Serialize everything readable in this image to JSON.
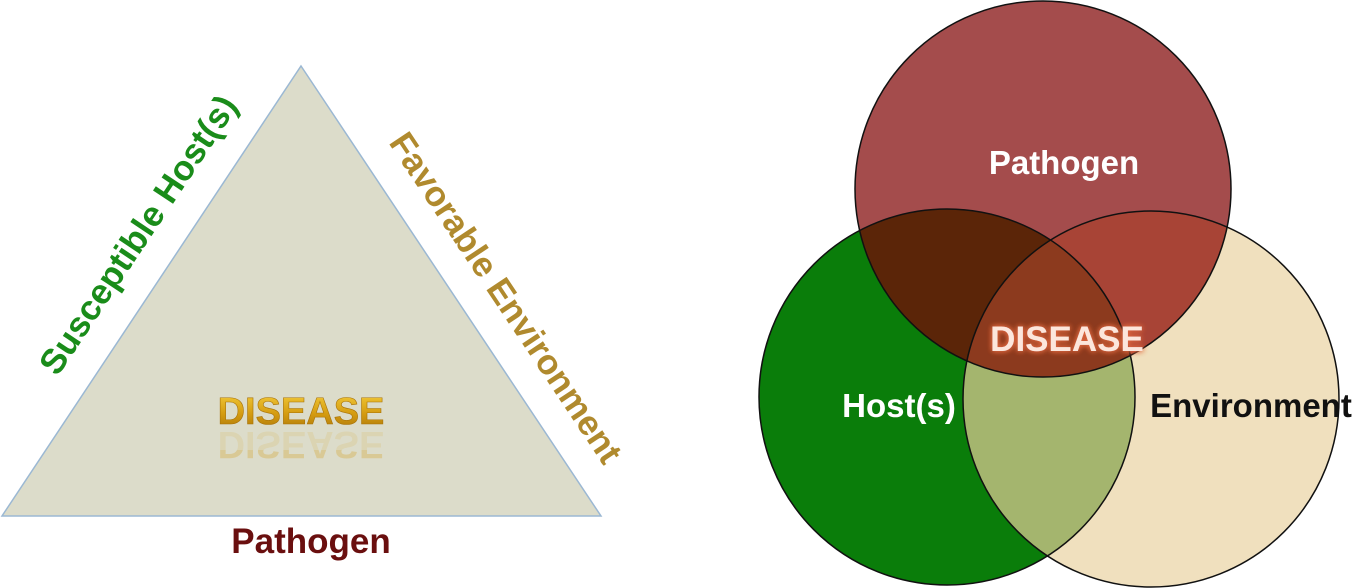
{
  "triangle_diagram": {
    "side_left_label": "Susceptible Host(s)",
    "side_right_label": "Favorable Environment",
    "base_label": "Pathogen",
    "center_label": "DISEASE",
    "colors": {
      "fill": "#dcdcca",
      "stroke": "#9bb8d3",
      "left_label": "#1a8c1a",
      "right_label": "#b08a2e",
      "base_label": "#6a0f0f",
      "center_label": "#d4a017"
    }
  },
  "venn_diagram": {
    "circles": [
      {
        "label": "Pathogen",
        "color": "#a44c4c"
      },
      {
        "label": "Host(s)",
        "color": "#0a7d0a"
      },
      {
        "label": "Environment",
        "color": "#f0e0be"
      }
    ],
    "intersection_label": "DISEASE",
    "colors": {
      "host_pathogen_overlap": "#5b2508",
      "pathogen_environment_overlap": "#a84436",
      "host_environment_overlap": "#a4b56e",
      "all_overlap": "#8c3a1e",
      "intersection_text_fill": "#fce6dc",
      "intersection_text_glow": "#e06840"
    }
  }
}
